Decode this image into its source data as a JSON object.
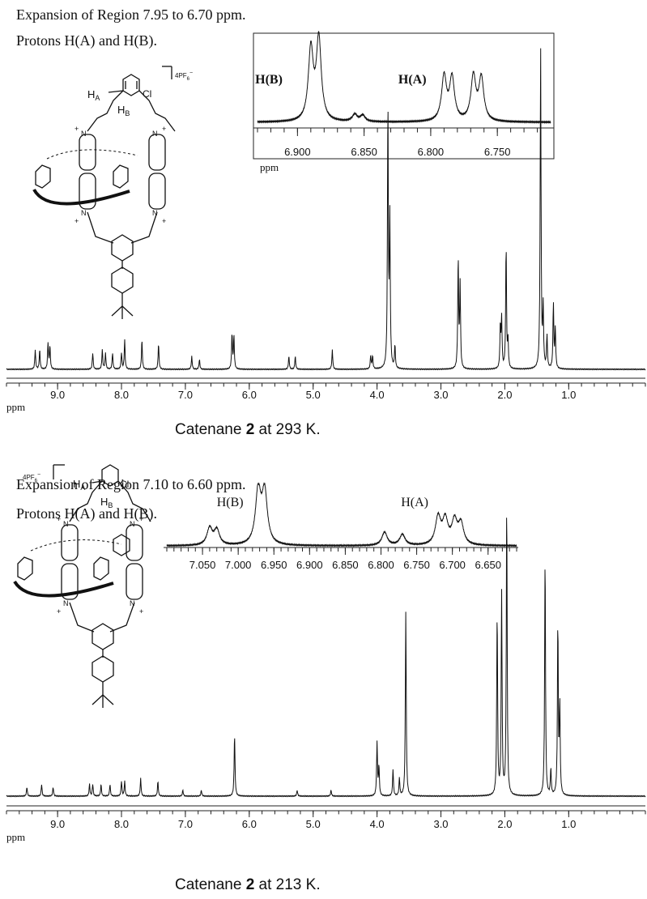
{
  "panels": [
    {
      "header1": "Expansion of Region 7.95 to 6.70 ppm.",
      "header2": "Protons H(A) and H(B).",
      "caption_prefix": "Catenane ",
      "caption_bold": "2",
      "caption_suffix": " at 293 K.",
      "molecule": {
        "h_a": "H",
        "h_a_sub": "A",
        "h_b": "H",
        "h_b_sub": "B",
        "cl": "Cl",
        "counterion": "4PF",
        "counterion_sub": "6",
        "counterion_sup": "−"
      }
    },
    {
      "header1": "Expansion of Region 7.10 to 6.60 ppm.",
      "header2": "Protons H(A) and H(B).",
      "caption_prefix": "Catenane ",
      "caption_bold": "2",
      "caption_suffix": " at 213 K.",
      "molecule": {
        "h_a": "H",
        "h_a_sub": "A",
        "h_b": "H",
        "h_b_sub": "B",
        "cl": "Cl",
        "counterion": "4PF",
        "counterion_sub": "6",
        "counterion_sup": "−"
      }
    }
  ],
  "chart_data": [
    {
      "type": "line",
      "title": "Catenane 2 at 293 K.",
      "xlabel": "ppm",
      "xlim": [
        9.8,
        -0.2
      ],
      "x_reversed": true,
      "tick_labels": [
        "9.0",
        "8.0",
        "7.0",
        "6.0",
        "5.0",
        "4.0",
        "3.0",
        "2.0",
        "1.0"
      ],
      "tick_values": [
        9.0,
        8.0,
        7.0,
        6.0,
        5.0,
        4.0,
        3.0,
        2.0,
        1.0
      ],
      "peaks": [
        {
          "x": 9.35,
          "h": 0.06
        },
        {
          "x": 9.28,
          "h": 0.06
        },
        {
          "x": 9.15,
          "h": 0.08
        },
        {
          "x": 9.12,
          "h": 0.07
        },
        {
          "x": 8.45,
          "h": 0.05
        },
        {
          "x": 8.3,
          "h": 0.06
        },
        {
          "x": 8.25,
          "h": 0.05
        },
        {
          "x": 8.14,
          "h": 0.05
        },
        {
          "x": 8.0,
          "h": 0.05
        },
        {
          "x": 7.95,
          "h": 0.09
        },
        {
          "x": 7.68,
          "h": 0.09
        },
        {
          "x": 7.42,
          "h": 0.08
        },
        {
          "x": 6.9,
          "h": 0.04
        },
        {
          "x": 6.78,
          "h": 0.03
        },
        {
          "x": 6.27,
          "h": 0.11
        },
        {
          "x": 6.24,
          "h": 0.1
        },
        {
          "x": 5.38,
          "h": 0.04
        },
        {
          "x": 5.28,
          "h": 0.04
        },
        {
          "x": 4.7,
          "h": 0.06
        },
        {
          "x": 4.1,
          "h": 0.04
        },
        {
          "x": 4.07,
          "h": 0.04
        },
        {
          "x": 3.83,
          "h": 0.82
        },
        {
          "x": 3.8,
          "h": 0.45
        },
        {
          "x": 3.72,
          "h": 0.07
        },
        {
          "x": 2.73,
          "h": 0.34
        },
        {
          "x": 2.7,
          "h": 0.26
        },
        {
          "x": 2.07,
          "h": 0.13
        },
        {
          "x": 2.05,
          "h": 0.15
        },
        {
          "x": 1.98,
          "h": 0.38
        },
        {
          "x": 1.95,
          "h": 0.08
        },
        {
          "x": 1.44,
          "h": 1.0
        },
        {
          "x": 1.4,
          "h": 0.18
        },
        {
          "x": 1.34,
          "h": 0.1
        },
        {
          "x": 1.24,
          "h": 0.2
        },
        {
          "x": 1.21,
          "h": 0.12
        }
      ],
      "inset": {
        "xlabel": "ppm",
        "xlim": [
          6.93,
          6.71
        ],
        "tick_labels": [
          "6.900",
          "6.850",
          "6.800",
          "6.750"
        ],
        "tick_values": [
          6.9,
          6.85,
          6.8,
          6.75
        ],
        "labels": [
          {
            "text": "H(B)",
            "x": 6.905,
            "bold": true
          },
          {
            "text": "H(A)",
            "x": 6.8,
            "bold": true
          }
        ],
        "peaks": [
          {
            "x": 6.89,
            "h": 0.8
          },
          {
            "x": 6.884,
            "h": 0.92
          },
          {
            "x": 6.857,
            "h": 0.08
          },
          {
            "x": 6.851,
            "h": 0.07
          },
          {
            "x": 6.79,
            "h": 0.5
          },
          {
            "x": 6.784,
            "h": 0.48
          },
          {
            "x": 6.768,
            "h": 0.5
          },
          {
            "x": 6.762,
            "h": 0.48
          }
        ]
      }
    },
    {
      "type": "line",
      "title": "Catenane 2 at 213 K.",
      "xlabel": "ppm",
      "xlim": [
        9.8,
        -0.2
      ],
      "x_reversed": true,
      "tick_labels": [
        "9.0",
        "8.0",
        "7.0",
        "6.0",
        "5.0",
        "4.0",
        "3.0",
        "2.0",
        "1.0"
      ],
      "tick_values": [
        9.0,
        8.0,
        7.0,
        6.0,
        5.0,
        4.0,
        3.0,
        2.0,
        1.0
      ],
      "peaks": [
        {
          "x": 9.48,
          "h": 0.03
        },
        {
          "x": 9.25,
          "h": 0.04
        },
        {
          "x": 9.07,
          "h": 0.03
        },
        {
          "x": 8.5,
          "h": 0.04
        },
        {
          "x": 8.45,
          "h": 0.04
        },
        {
          "x": 8.32,
          "h": 0.04
        },
        {
          "x": 8.18,
          "h": 0.04
        },
        {
          "x": 8.0,
          "h": 0.05
        },
        {
          "x": 7.95,
          "h": 0.05
        },
        {
          "x": 7.7,
          "h": 0.06
        },
        {
          "x": 7.43,
          "h": 0.05
        },
        {
          "x": 7.04,
          "h": 0.02
        },
        {
          "x": 6.75,
          "h": 0.02
        },
        {
          "x": 6.23,
          "h": 0.21
        },
        {
          "x": 5.25,
          "h": 0.02
        },
        {
          "x": 4.72,
          "h": 0.02
        },
        {
          "x": 4.0,
          "h": 0.18
        },
        {
          "x": 3.97,
          "h": 0.1
        },
        {
          "x": 3.75,
          "h": 0.09
        },
        {
          "x": 3.65,
          "h": 0.06
        },
        {
          "x": 3.55,
          "h": 0.62
        },
        {
          "x": 2.12,
          "h": 0.62
        },
        {
          "x": 2.05,
          "h": 0.68
        },
        {
          "x": 1.97,
          "h": 1.0
        },
        {
          "x": 1.37,
          "h": 0.82
        },
        {
          "x": 1.28,
          "h": 0.09
        },
        {
          "x": 1.17,
          "h": 0.58
        },
        {
          "x": 1.14,
          "h": 0.3
        }
      ],
      "inset": {
        "xlabel": "",
        "xlim": [
          7.1,
          6.61
        ],
        "tick_labels": [
          "7.050",
          "7.000",
          "6.950",
          "6.900",
          "6.850",
          "6.800",
          "6.750",
          "6.700",
          "6.650"
        ],
        "tick_values": [
          7.05,
          7.0,
          6.95,
          6.9,
          6.85,
          6.8,
          6.75,
          6.7,
          6.65
        ],
        "labels": [
          {
            "text": "H(B)",
            "x": 7.005,
            "bold": false
          },
          {
            "text": "H(A)",
            "x": 6.747,
            "bold": false
          }
        ],
        "peaks": [
          {
            "x": 7.04,
            "h": 0.28
          },
          {
            "x": 7.03,
            "h": 0.25
          },
          {
            "x": 6.972,
            "h": 0.88
          },
          {
            "x": 6.963,
            "h": 0.85
          },
          {
            "x": 6.795,
            "h": 0.22
          },
          {
            "x": 6.77,
            "h": 0.18
          },
          {
            "x": 6.72,
            "h": 0.45
          },
          {
            "x": 6.71,
            "h": 0.4
          },
          {
            "x": 6.697,
            "h": 0.38
          },
          {
            "x": 6.688,
            "h": 0.34
          }
        ]
      }
    }
  ]
}
